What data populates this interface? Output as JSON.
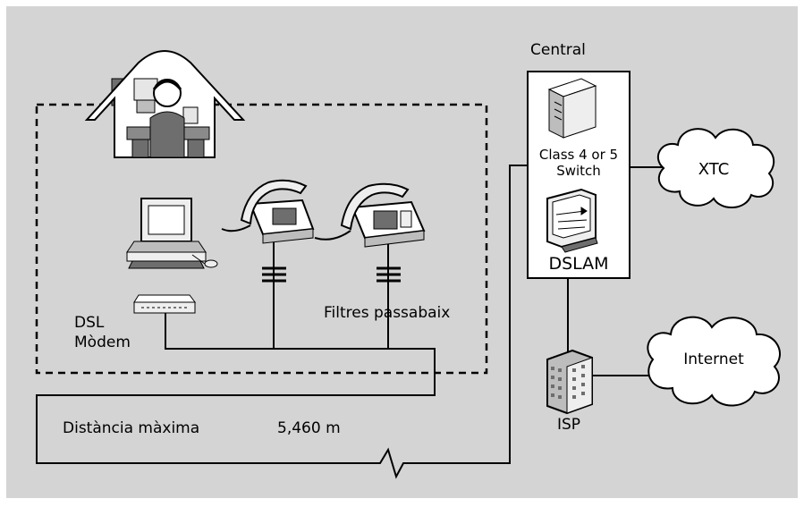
{
  "labels": {
    "central": "Central",
    "switch_line1": "Class 4 or 5",
    "switch_line2": "Switch",
    "dslam": "DSLAM",
    "xtc": "XTC",
    "internet": "Internet",
    "isp": "ISP",
    "dsl_line1": "DSL",
    "dsl_line2": "Mòdem",
    "filters": "Filtres passabaix",
    "distance_label": "Distància màxima",
    "distance_value": "5,460 m"
  },
  "colors": {
    "background": "#d4d4d4",
    "line": "#000000",
    "central_fill": "#ffffff",
    "cloud_fill": "#ffffff",
    "device_light": "#eeeeee",
    "device_mid": "#bdbdbd",
    "device_dark": "#6e6e6e"
  },
  "icons": {
    "house": "house-with-person-at-computer",
    "computer": "desktop-computer-icon",
    "phone_1": "telephone-icon",
    "phone_2": "telephone-icon",
    "modem": "dsl-modem-icon",
    "switch": "server-tower-icon",
    "dslam": "dslam-monitor-icon",
    "isp": "building-icon"
  }
}
